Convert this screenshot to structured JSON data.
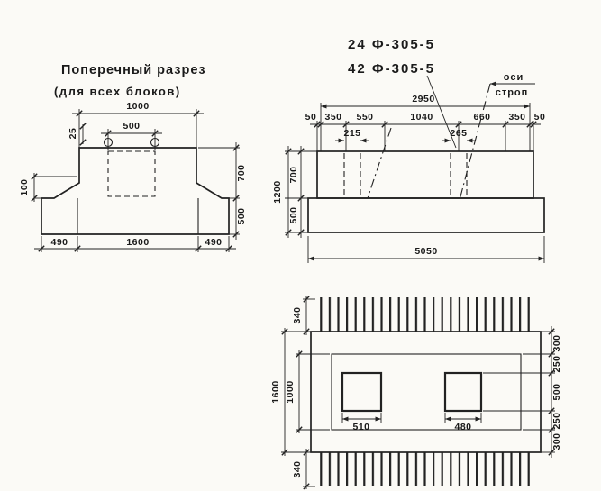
{
  "colors": {
    "ink": "#222222",
    "paper": "#fbfaf6"
  },
  "cross_section": {
    "title_line1": "Поперечный разрез",
    "title_line2": "(для всех блоков)",
    "dim_top_width": "1000",
    "dim_recess_width": "500",
    "dim_loop_offset": "25",
    "dim_edge_height": "100",
    "dim_height_upper": "700",
    "dim_height_lower": "500",
    "dim_base_left": "490",
    "dim_base_middle": "1600",
    "dim_base_right": "490"
  },
  "elevation": {
    "mark_line1": "24 Ф-305-5",
    "mark_line2": "42 Ф-305-5",
    "sling_axis_label_line1": "оси",
    "sling_axis_label_line2": "строп",
    "dim_total_top": "2950",
    "chain": [
      "50",
      "350",
      "550",
      "1040",
      "660",
      "350",
      "50"
    ],
    "dim_offset_left": "215",
    "dim_offset_right": "265",
    "dim_height_upper": "700",
    "dim_height_total": "1200",
    "dim_height_lower": "500",
    "dim_total_bottom": "5050"
  },
  "plan": {
    "dim_bar_top": "340",
    "dim_bar_bottom": "340",
    "dim_width_total": "1600",
    "dim_width_inner": "1000",
    "dim_right_chain": [
      "300",
      "250",
      "500",
      "250",
      "300"
    ],
    "dim_opening_left": "510",
    "dim_opening_right": "480"
  }
}
